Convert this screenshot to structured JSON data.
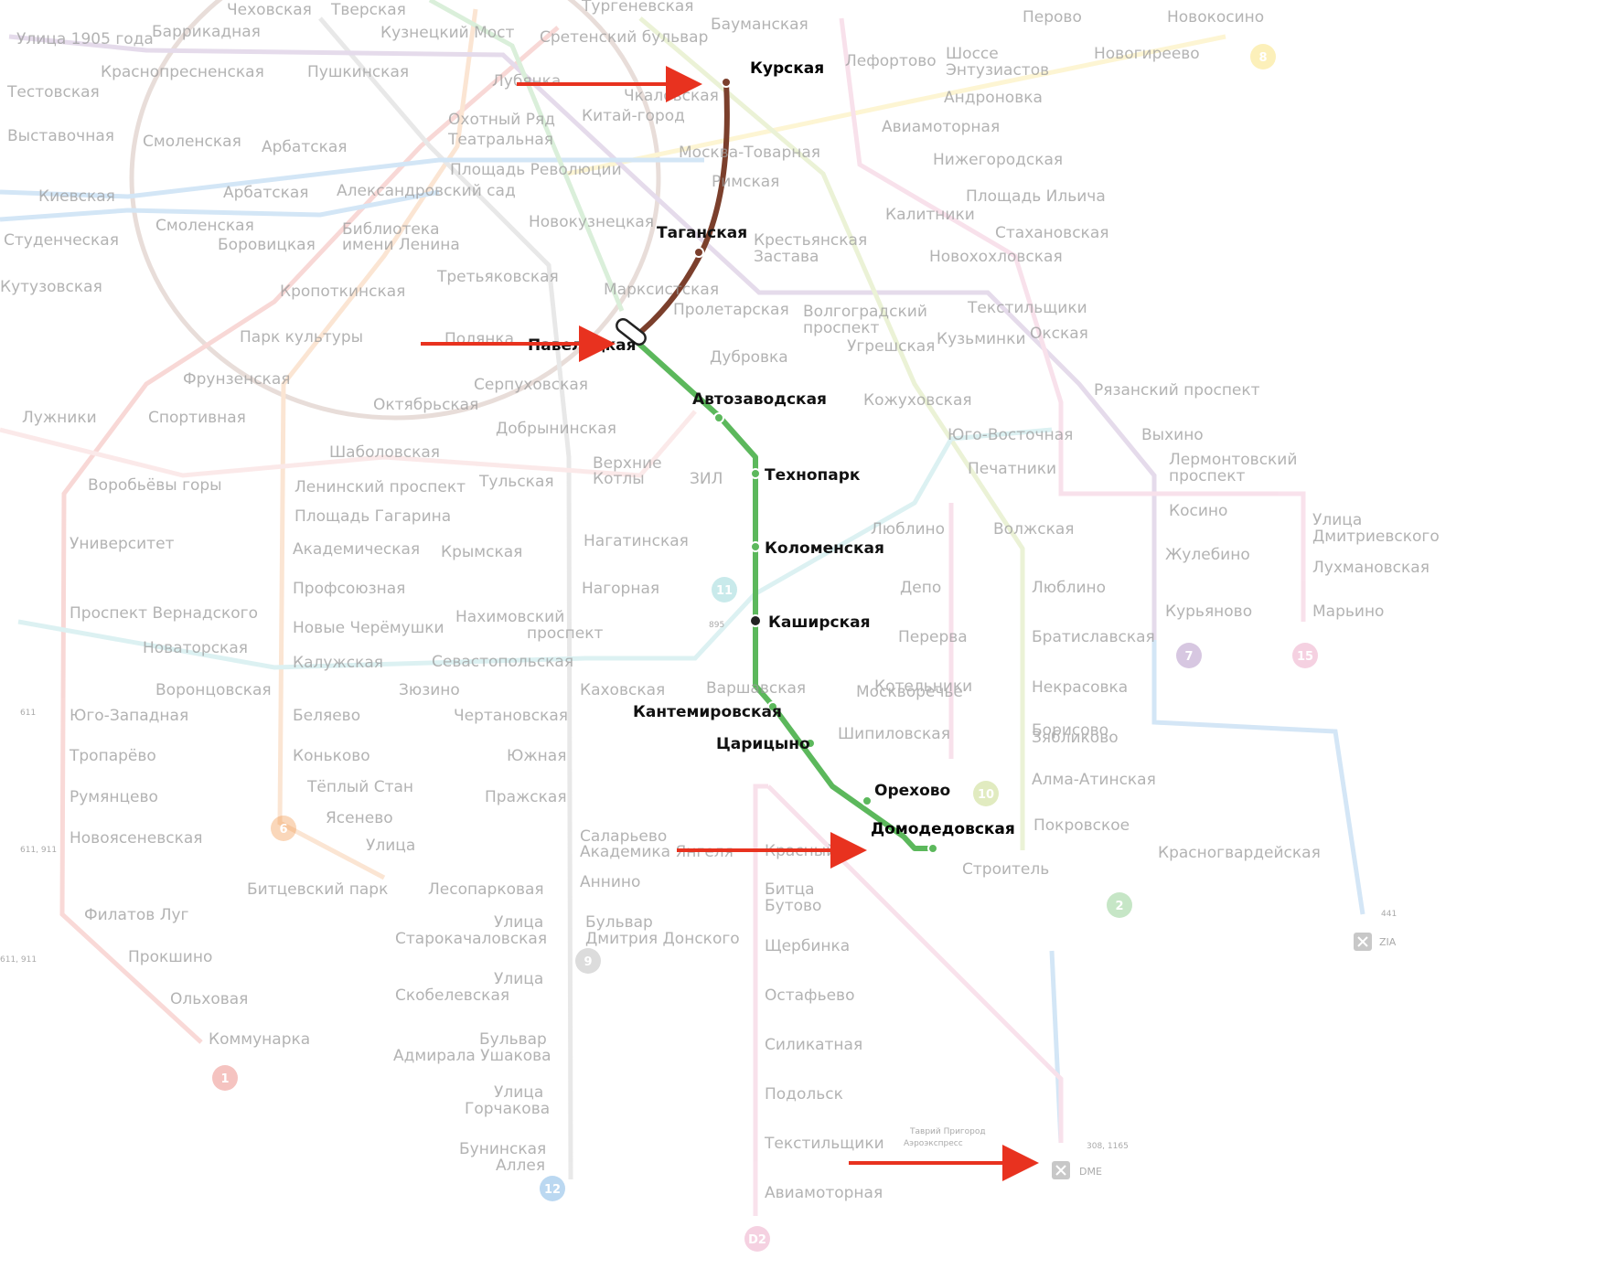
{
  "map": {
    "faded_stations": [
      "Чеховская",
      "Тверская",
      "Тургеневская",
      "Баррикадная",
      "Кузнецкий Мост",
      "Сретенский бульвар",
      "Бауманская",
      "Улица 1905 года",
      "Краснопресненская",
      "Пушкинская",
      "Лубянка",
      "Тестовская",
      "Чкаловская",
      "Китай-город",
      "Охотный Ряд",
      "Театральная",
      "Выставочная",
      "Смоленская",
      "Арбатская",
      "Площадь Революции",
      "Москва-Товарная",
      "Киевская",
      "Арбатская",
      "Александровский сад",
      "Римская",
      "Студенческая",
      "Смоленская",
      "Библиотека",
      "имени Ленина",
      "Боровицкая",
      "Новокузнецкая",
      "Крестьянская",
      "Застава",
      "Кутузовская",
      "Третьяковская",
      "Марксистская",
      "Кропоткинская",
      "Пролетарская",
      "Парк культуры",
      "Полянка",
      "Дубровка",
      "Фрунзенская",
      "Серпуховская",
      "Лужники",
      "Спортивная",
      "Октябрьская",
      "Добрынинская",
      "Шаболовская",
      "Верхние",
      "Котлы",
      "ЗИЛ",
      "Воробьёвы горы",
      "Ленинский проспект",
      "Тульская",
      "Площадь Гагарина",
      "Университет",
      "Академическая",
      "Крымская",
      "Нагатинская",
      "Профсоюзная",
      "Нагорная",
      "Проспект Вернадского",
      "Нахимовский",
      "проспект",
      "Новые Черёмушки",
      "Новаторская",
      "Калужская",
      "Севастопольская",
      "Воронцовская",
      "Зюзино",
      "Каховская",
      "Варшавская",
      "Юго-Западная",
      "Беляево",
      "Чертановская",
      "Тропарёво",
      "Коньково",
      "Южная",
      "Румянцево",
      "Тёплый Стан",
      "Пражская",
      "Ясенево",
      "Саларьево",
      "Новоясеневская",
      "Улица",
      "Академика Янгеля",
      "Битцевский парк",
      "Лесопарковая",
      "Аннино",
      "Филатов Луг",
      "Улица",
      "Старокачаловская",
      "Бульвар",
      "Дмитрия Донского",
      "Прокшино",
      "Улица",
      "Скобелевская",
      "Ольховая",
      "Коммунарка",
      "Бульвар",
      "Адмирала Ушакова",
      "Улица",
      "Горчакова",
      "Бунинская",
      "Аллея",
      "Перово",
      "Новокосино",
      "Лефортово",
      "Шоссе",
      "Энтузиастов",
      "Новогиреево",
      "Андроновка",
      "Авиамоторная",
      "Нижегородская",
      "Площадь Ильича",
      "Калитники",
      "Стахановская",
      "Новохохловская",
      "Волгоградский",
      "проспект",
      "Текстильщики",
      "Угрешская",
      "Кузьминки",
      "Окская",
      "Рязанский проспект",
      "Кожуховская",
      "Выхино",
      "Юго-Восточная",
      "Печатники",
      "Лермонтовский",
      "проспект",
      "Косино",
      "Люблино",
      "Волжская",
      "Улица",
      "Дмитриевского",
      "Жулебино",
      "Лухмановская",
      "Депо",
      "Люблино",
      "Перерва",
      "Братиславская",
      "Котельники",
      "Некрасовка",
      "Курьяново",
      "Марьино",
      "Москворечье",
      "Борисово",
      "Шипиловская",
      "Зябликово",
      "Алма-Атинская",
      "Покровское",
      "Красногвардейская",
      "Красный",
      "Строитель",
      "Битца",
      "Бутово",
      "Щербинка",
      "Остафьево",
      "Силикатная",
      "Подольск",
      "Текстильщики",
      "Авиамоторная"
    ],
    "route_stations": {
      "kurskaya": "Курская",
      "taganskaya": "Таганская",
      "paveletskaya": "Павелецкая",
      "avtozavodskaya": "Автозаводская",
      "tekhnopark": "Технопарк",
      "kolomenskaya": "Коломенская",
      "kashirskaya": "Каширская",
      "kantemirovskaya": "Кантемировская",
      "tsaritsyno": "Царицыно",
      "orekhovo": "Орехово",
      "domodedovskaya": "Домодедовская"
    },
    "line_badges": [
      "1",
      "6",
      "7",
      "8",
      "9",
      "11",
      "12",
      "15",
      "2",
      "10",
      "D2"
    ],
    "airport_codes": {
      "dme": "DME",
      "zia": "ZIA"
    },
    "tiny_labels": {
      "dme_rail": "Таврий Пригород",
      "dme_rail2": "Аэроэкспресс",
      "bus_dme": "308, 1165",
      "bus_zia": "441",
      "bus_sw": "611",
      "bus_sw2": "611, 911",
      "bus_tr": "895",
      "bus_far": "611, 911"
    },
    "colors": {
      "route_ring": "#7b3f2c",
      "route_green": "#5cb85c",
      "arrow": "#e8321f",
      "line_red": "#e2524a",
      "line_yellow": "#f7d33a",
      "line_purple": "#8b5ea8",
      "line_blue": "#3d8fd8",
      "line_orange": "#f08c3a",
      "line_pink": "#e37aa8",
      "line_grey": "#9a9a9a",
      "line_ring": "#9b6a55"
    }
  }
}
